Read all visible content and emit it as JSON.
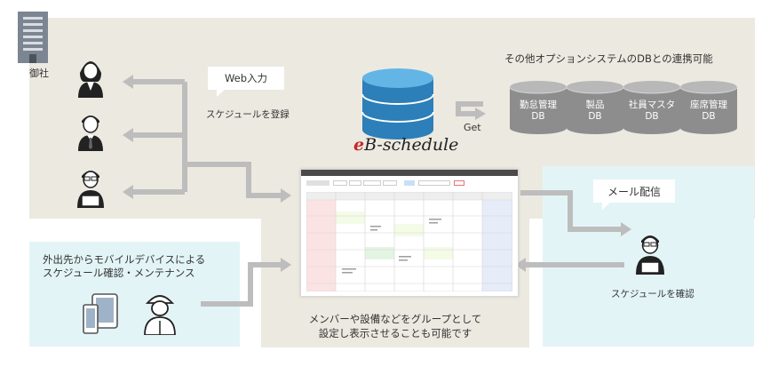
{
  "company": {
    "label": "御社"
  },
  "web_input": {
    "bubble": "Web入力",
    "caption": "スケジュールを登録"
  },
  "product": {
    "name_prefix": "e",
    "name_rest": "B-schedule",
    "get_label": "Get"
  },
  "other_systems": {
    "title": "その他オプションシステムのDBとの連携可能",
    "databases": [
      {
        "line1": "勤怠管理",
        "line2": "DB"
      },
      {
        "line1": "製品",
        "line2": "DB"
      },
      {
        "line1": "社員マスタ",
        "line2": "DB"
      },
      {
        "line1": "座席管理",
        "line2": "DB"
      }
    ]
  },
  "mobile": {
    "text_line1": "外出先からモバイルデバイスによる",
    "text_line2": "スケジュール確認・メンテナンス"
  },
  "screenshot_caption": {
    "line1": "メンバーや設備などをグループとして",
    "line2": "設定し表示させることも可能です"
  },
  "mail": {
    "bubble": "メール配信",
    "caption": "スケジュールを確認"
  },
  "colors": {
    "beige": "#ece9e0",
    "cyan": "#e3f4f7",
    "arrow": "#bdbdbd",
    "db_blue": "#3f9bd3",
    "db_gray": "#8d8d8d",
    "brand_red": "#c62828"
  }
}
